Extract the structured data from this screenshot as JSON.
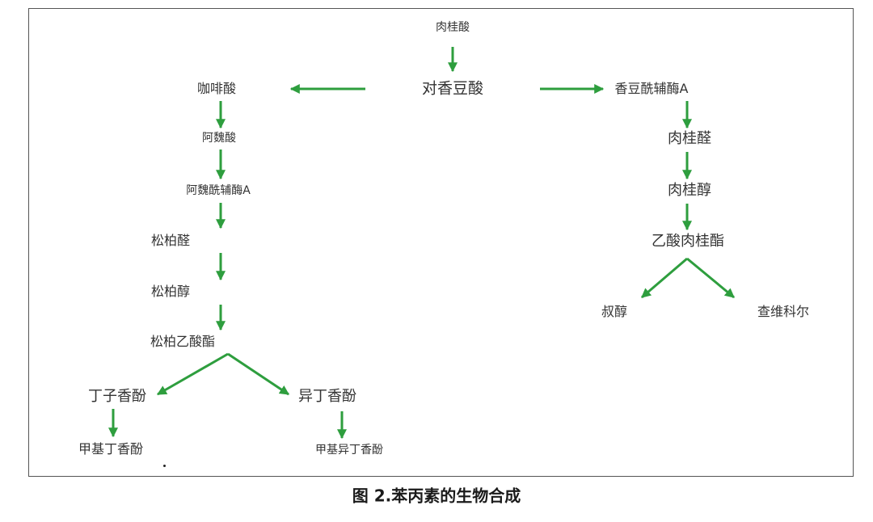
{
  "diagram": {
    "caption": "图 2.苯丙素的生物合成",
    "arrow_color": "#2e9e3e",
    "nodes": {
      "cinnamic_acid": "肉桂酸",
      "p_coumaric_acid": "对香豆酸",
      "caffeic_acid": "咖啡酸",
      "ferulic_acid": "阿魏酸",
      "feruloyl_coa": "阿魏酰辅酶A",
      "coniferaldehyde": "松柏醛",
      "coniferyl_alcohol": "松柏醇",
      "coniferyl_acetate": "松柏乙酸酯",
      "eugenol": "丁子香酚",
      "isoeugenol": "异丁香酚",
      "methyleugenol": "甲基丁香酚",
      "methylisoeugenol": "甲基异丁香酚",
      "p_coumaroyl_coa": "香豆酰辅酶A",
      "cinnamaldehyde": "肉桂醛",
      "cinnamyl_alcohol": "肉桂醇",
      "cinnamyl_acetate": "乙酸肉桂酯",
      "tert_alcohol": "叔醇",
      "chavicol": "查维科尔"
    }
  }
}
